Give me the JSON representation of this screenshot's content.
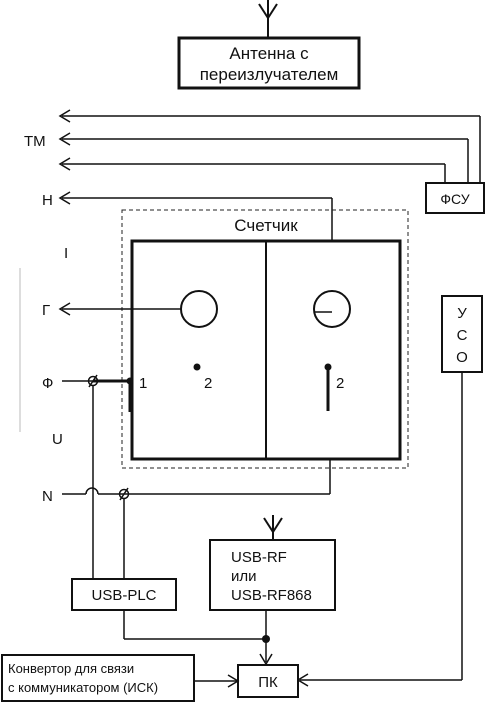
{
  "blocks": {
    "antenna_relay": [
      "Антенна с",
      "переизлучателем"
    ],
    "fsu": "ФСУ",
    "meter": "Счетчик",
    "uso": [
      "У",
      "С",
      "О"
    ],
    "usb_plc": "USB-PLC",
    "usb_rf": [
      "USB-RF",
      "или",
      "USB-RF868"
    ],
    "pc": "ПК",
    "converter": [
      "Конвертор для связи",
      "с коммуникатором (ИСК)"
    ]
  },
  "labels": {
    "tm": "ТМ",
    "n_upper": "Н",
    "i": "I",
    "g": "Г",
    "phase": "Ф",
    "u": "U",
    "neutral": "N",
    "terminal_1": "1",
    "terminal_2_left": "2",
    "terminal_2_right": "2"
  }
}
